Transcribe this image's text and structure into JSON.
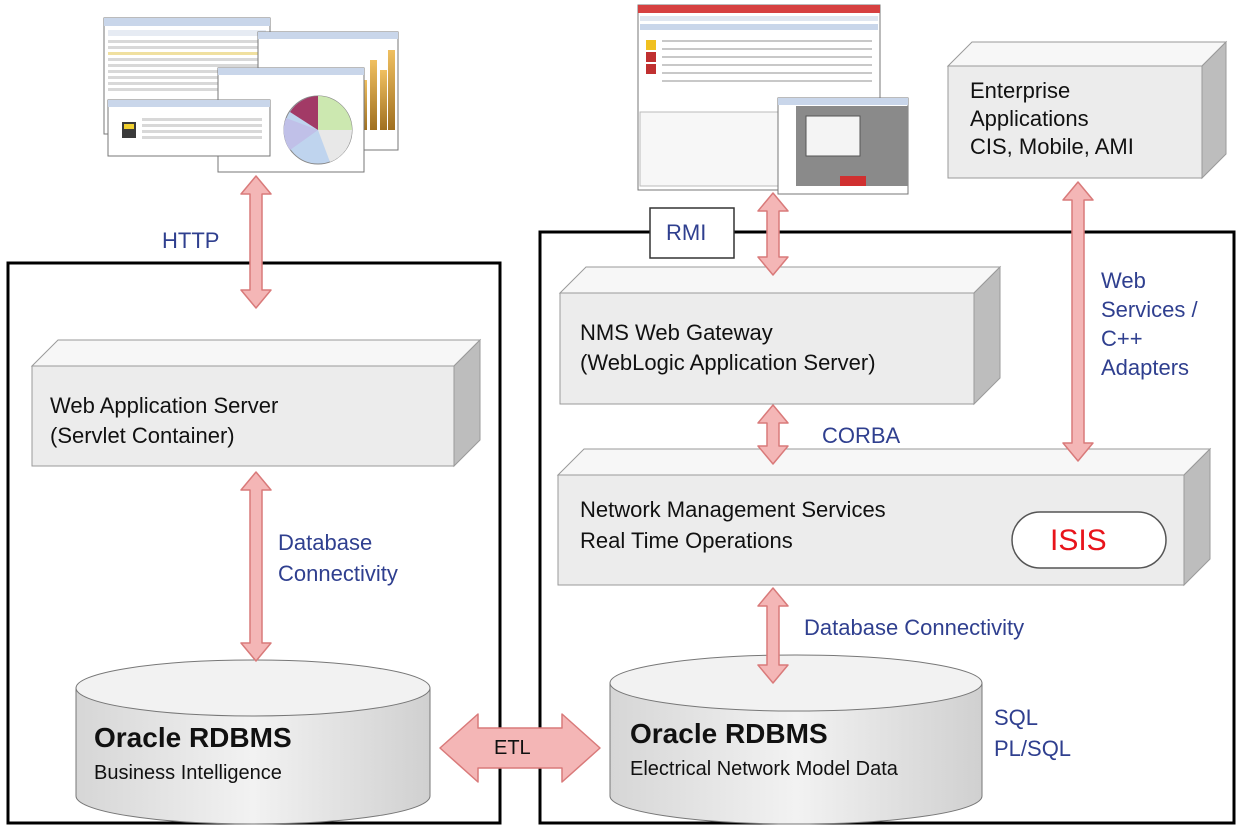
{
  "labels": {
    "http": "HTTP",
    "rmi": "RMI",
    "corba": "CORBA",
    "web_services": [
      "Web",
      "Services /",
      "C++",
      "Adapters"
    ],
    "db_connectivity_left": [
      "Database",
      "Connectivity"
    ],
    "db_connectivity_right": "Database Connectivity",
    "sql": [
      "SQL",
      "PL/SQL"
    ],
    "etl": "ETL"
  },
  "boxes": {
    "web_app_server": [
      "Web Application Server",
      "(Servlet Container)"
    ],
    "nms_gateway": [
      "NMS Web Gateway",
      "(WebLogic Application Server)"
    ],
    "nms_services": [
      "Network Management Services",
      "Real Time Operations"
    ],
    "isis": "ISIS",
    "enterprise": [
      "Enterprise",
      "Applications",
      "CIS,  Mobile, AMI"
    ]
  },
  "databases": {
    "bi": {
      "title": "Oracle RDBMS",
      "subtitle": "Business Intelligence"
    },
    "nms": {
      "title": "Oracle RDBMS",
      "subtitle": "Electrical Network Model Data"
    }
  },
  "colors": {
    "arrow_fill": "#f4b6b6",
    "arrow_stroke": "#d97a7a",
    "box_face": "#eeeeee",
    "label_text": "#2f3f8f",
    "isis_text": "#e8141b"
  }
}
